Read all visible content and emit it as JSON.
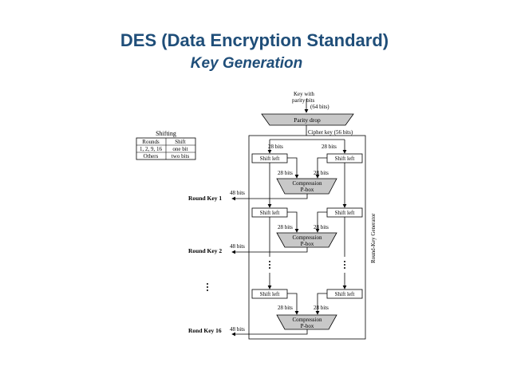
{
  "slide": {
    "title": "DES (Data Encryption Standard)",
    "subtitle": "Key Generation"
  },
  "diagram": {
    "input_label_line1": "Key with",
    "input_label_line2": "parity bits",
    "input_bits": "(64 bits)",
    "parity_drop": "Parity drop",
    "cipher_key": "Cipher key (56 bits)",
    "half_bits": "28 bits",
    "shift_left": "Shift left",
    "compression_line1": "Compression",
    "compression_line2": "P-box",
    "round_key_bits": "48 bits",
    "round_key_1": "Round Key 1",
    "round_key_2": "Round Key 2",
    "round_key_16": "Rond Key 16",
    "generator_label": "Round-Key Generator"
  },
  "shifting_table": {
    "title": "Shifting",
    "headers": [
      "Rounds",
      "Shift"
    ],
    "rows": [
      [
        "1, 2, 9, 16",
        "one bit"
      ],
      [
        "Others",
        "two bits"
      ]
    ]
  },
  "colors": {
    "title": "#1f4e79",
    "shaded_box": "#c8c8c8"
  }
}
